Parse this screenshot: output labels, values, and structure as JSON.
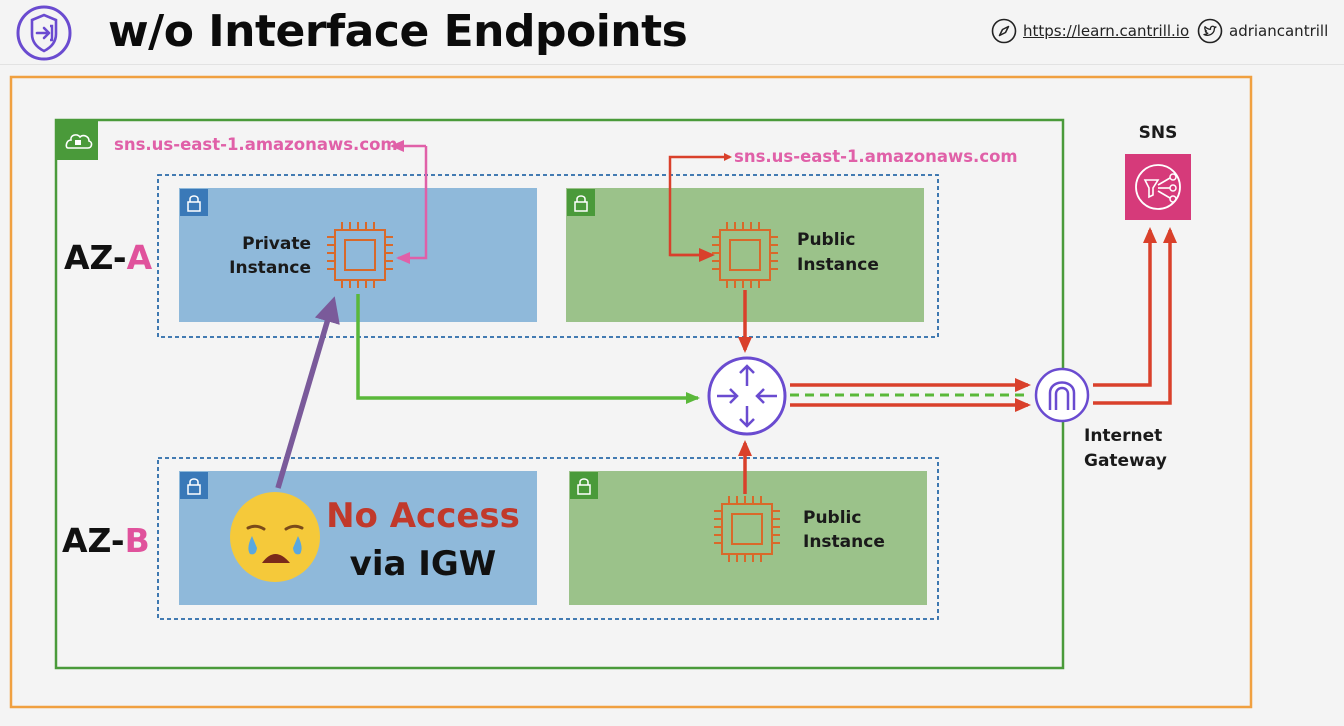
{
  "header": {
    "title": "w/o Interface Endpoints",
    "site": "https://learn.cantrill.io",
    "handle": "adriancantrill"
  },
  "diagram": {
    "az_a": {
      "prefix": "AZ-",
      "letter": "A"
    },
    "az_b": {
      "prefix": "AZ-",
      "letter": "B"
    },
    "private_instance": {
      "line1": "Private",
      "line2": "Instance"
    },
    "public_instance_a": {
      "line1": "Public",
      "line2": "Instance"
    },
    "public_instance_b": {
      "line1": "Public",
      "line2": "Instance"
    },
    "sns_endpoint_private": "sns.us-east-1.amazonaws.com",
    "sns_endpoint_public": "sns.us-east-1.amazonaws.com",
    "no_access": {
      "line1": "No Access",
      "line2": "via IGW"
    },
    "sns_label": "SNS",
    "igw": {
      "line1": "Internet",
      "line2": "Gateway"
    }
  },
  "colors": {
    "region_border": "#f0a040",
    "vpc_border": "#4a9a3a",
    "private_subnet": "#8fb9da",
    "public_subnet": "#9bc28a",
    "arrow_red": "#d9402b",
    "arrow_pink": "#e060a8",
    "arrow_green": "#5ab83a",
    "arrow_purple": "#7a5a9a",
    "router": "#6a4bd0",
    "chip": "#d9692a",
    "sns_bg": "#d63a7a",
    "az_accent": "#e0529c"
  }
}
